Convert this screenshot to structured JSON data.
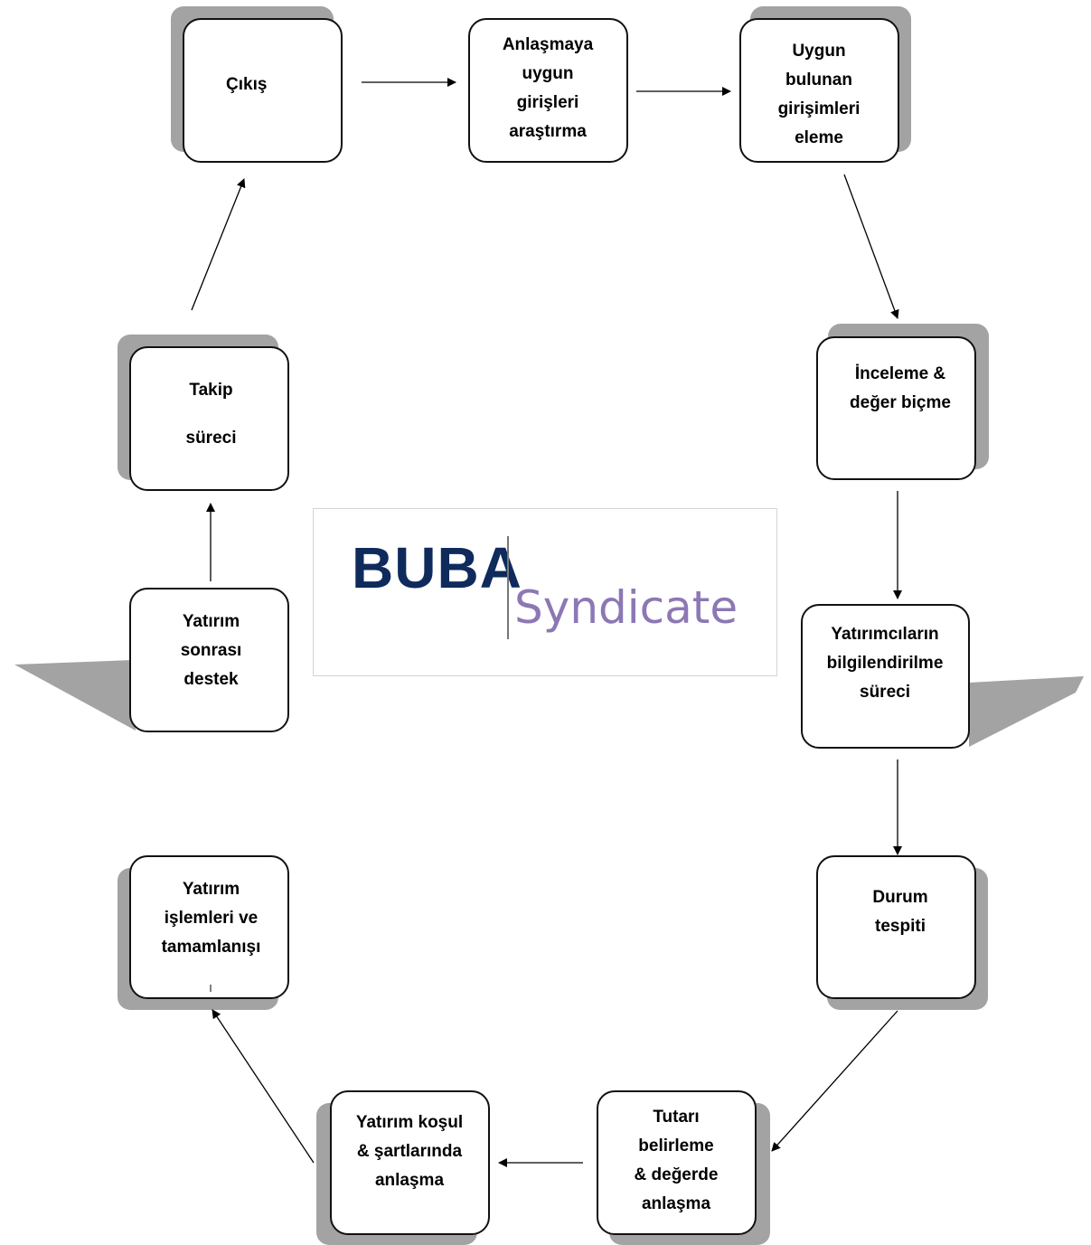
{
  "diagram": {
    "nodes": [
      {
        "id": "cikis",
        "lines": [
          "Çıkış"
        ]
      },
      {
        "id": "arastirma",
        "lines": [
          "Anlaşmaya",
          "uygun",
          "girişleri",
          "araştırma"
        ]
      },
      {
        "id": "eleme",
        "lines": [
          "Uygun",
          "bulunan",
          "girişimleri",
          "eleme"
        ]
      },
      {
        "id": "inceleme",
        "lines": [
          "İnceleme &",
          "değer biçme"
        ]
      },
      {
        "id": "bilgilendirme",
        "lines": [
          "Yatırımcıların",
          "bilgilendirilme",
          "süreci"
        ]
      },
      {
        "id": "durum",
        "lines": [
          "Durum",
          "tespiti"
        ]
      },
      {
        "id": "tutar",
        "lines": [
          "Tutarı",
          "belirleme",
          "& değerde",
          "anlaşma"
        ]
      },
      {
        "id": "kosul",
        "lines": [
          "Yatırım koşul",
          "& şartlarında",
          "anlaşma"
        ]
      },
      {
        "id": "islemler",
        "lines": [
          "Yatırım",
          "işlemleri ve",
          "tamamlanışı"
        ]
      },
      {
        "id": "destek",
        "lines": [
          "Yatırım",
          "sonrası",
          "destek"
        ]
      },
      {
        "id": "takip",
        "lines": [
          "Takip",
          "süreci"
        ]
      }
    ],
    "edges": [
      [
        "cikis",
        "arastirma"
      ],
      [
        "arastirma",
        "eleme"
      ],
      [
        "eleme",
        "inceleme"
      ],
      [
        "inceleme",
        "bilgilendirme"
      ],
      [
        "bilgilendirme",
        "durum"
      ],
      [
        "durum",
        "tutar"
      ],
      [
        "tutar",
        "kosul"
      ],
      [
        "kosul",
        "islemler"
      ],
      [
        "destek",
        "takip"
      ],
      [
        "takip",
        "cikis"
      ]
    ]
  },
  "logo": {
    "primary": "BUBA",
    "secondary": "Syndicate"
  },
  "colors": {
    "box_border": "#111111",
    "shadow": "#a3a3a3",
    "logo_primary": "#0e2b5c",
    "logo_secondary": "#8c78b4"
  }
}
